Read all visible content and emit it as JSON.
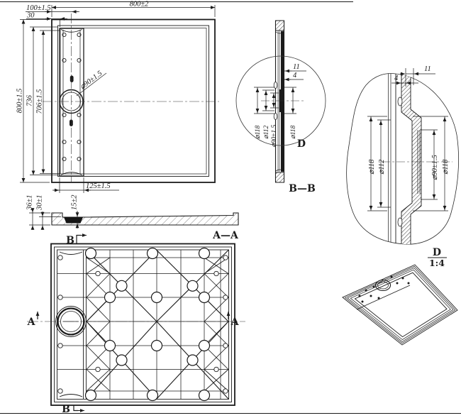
{
  "drawing": {
    "plan": {
      "dim_width_total": "800±2",
      "dim_offset_center": "100±1.5",
      "dim_offset_edge": "30",
      "dim_height_total": "800±1.5",
      "dim_height_inner": "736",
      "dim_height_channel": "706±1.5",
      "dim_drain": "⌀90±1.5",
      "dim_channel_width": "125±1.5"
    },
    "section_aa": {
      "title": "A—A",
      "dim_total_height": "36±1",
      "dim_body_height": "30±1",
      "dim_channel_depth": "15±2",
      "cut_label_b_top": "B"
    },
    "section_bb": {
      "title": "B—B",
      "dim_11": "11",
      "dim_4": "4",
      "dia_118_left": "⌀118",
      "dia_112": "⌀112",
      "dia_90": "⌀90±1.5",
      "dia_118_right": "⌀118",
      "detail_mark": "D"
    },
    "detail_d": {
      "label": "D",
      "scale": "1:4",
      "dim_4": "4",
      "dim_11": "11",
      "dia_118_left": "⌀118",
      "dia_112": "⌀112",
      "dia_90": "⌀90±1.5",
      "dia_118_right": "⌀118"
    },
    "bottom_view": {
      "cut_label_a_left": "A",
      "cut_label_a_right": "A",
      "cut_label_b_bottom": "B"
    },
    "colors": {
      "line": "#1b1b1b",
      "background": "#ffffff"
    }
  }
}
